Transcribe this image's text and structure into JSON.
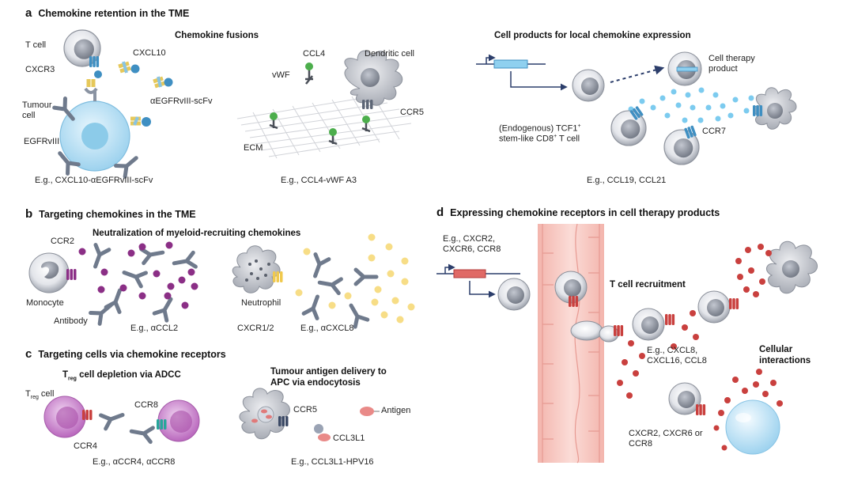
{
  "panel_a": {
    "letter": "a",
    "title": "Chemokine retention in the TME",
    "fusions_heading": "Chemokine fusions",
    "labels": {
      "t_cell": "T cell",
      "cxcr3": "CXCR3",
      "cxcl10": "CXCL10",
      "scfv": "αEGFRvIII-scFv",
      "tumour_cell": "Tumour cell",
      "egfrviii": "EGFRvIII",
      "ccl4": "CCL4",
      "vwf": "vWF",
      "dendritic_cell": "Dendritic cell",
      "ccr5": "CCR5",
      "ecm": "ECM"
    },
    "example1": "E.g., CXCL10-αEGFRvIII-scFv",
    "example2": "E.g., CCL4-vWF A3",
    "cell_products_heading": "Cell products for local chemokine expression",
    "cell_therapy_product": "Cell therapy product",
    "tcf1_label": "(Endogenous) TCF1",
    "tcf1_sup": "+",
    "stemlike_label": "stem-like CD8",
    "cd8_sup": "+",
    "tcell_word": "T cell",
    "ccr7": "CCR7",
    "example3": "E.g., CCL19, CCL21"
  },
  "panel_b": {
    "letter": "b",
    "title": "Targeting chemokines in the TME",
    "heading": "Neutralization of myeloid-recruiting chemokines",
    "ccr2": "CCR2",
    "monocyte": "Monocyte",
    "antibody": "Antibody",
    "example1": "E.g., αCCL2",
    "neutrophil": "Neutrophil",
    "cxcr12": "CXCR1/2",
    "example2": "E.g., αCXCL8"
  },
  "panel_c": {
    "letter": "c",
    "title": "Targeting cells via chemokine receptors",
    "treg_heading_main": "T",
    "treg_heading_sub": "reg",
    "treg_heading_rest": " cell depletion via ADCC",
    "treg_label_main": "T",
    "treg_label_sub": "reg",
    "treg_label_rest": " cell",
    "ccr8": "CCR8",
    "ccr4": "CCR4",
    "example1": "E.g., αCCR4, αCCR8",
    "apc_heading": "Tumour antigen delivery to APC via endocytosis",
    "ccr5": "CCR5",
    "antigen": "Antigen",
    "ccl3l1": "CCL3L1",
    "example2": "E.g., CCL3L1-HPV16"
  },
  "panel_d": {
    "letter": "d",
    "title": "Expressing chemokine receptors in cell therapy products",
    "construct_label": "E.g., CXCR2, CXCR6, CCR8",
    "recruitment": "T cell recruitment",
    "example": "E.g., CXCL8, CXCL16, CCL8",
    "cellular_interactions": "Cellular interactions",
    "receptors": "CXCR2, CXCR6 or CCR8"
  },
  "colors": {
    "receptor_blue": "#3f8fc2",
    "chemokine_blue": "#62b7de",
    "chemokine_purple": "#8b2f86",
    "chemokine_yellow": "#f7dd86",
    "chemokine_red": "#c9403e",
    "cell_grey": "#c9ccd3",
    "tumour_blue": "#bfe2f4",
    "treg_purple": "#c478c8",
    "vessel_pink": "#f6c9c3"
  }
}
